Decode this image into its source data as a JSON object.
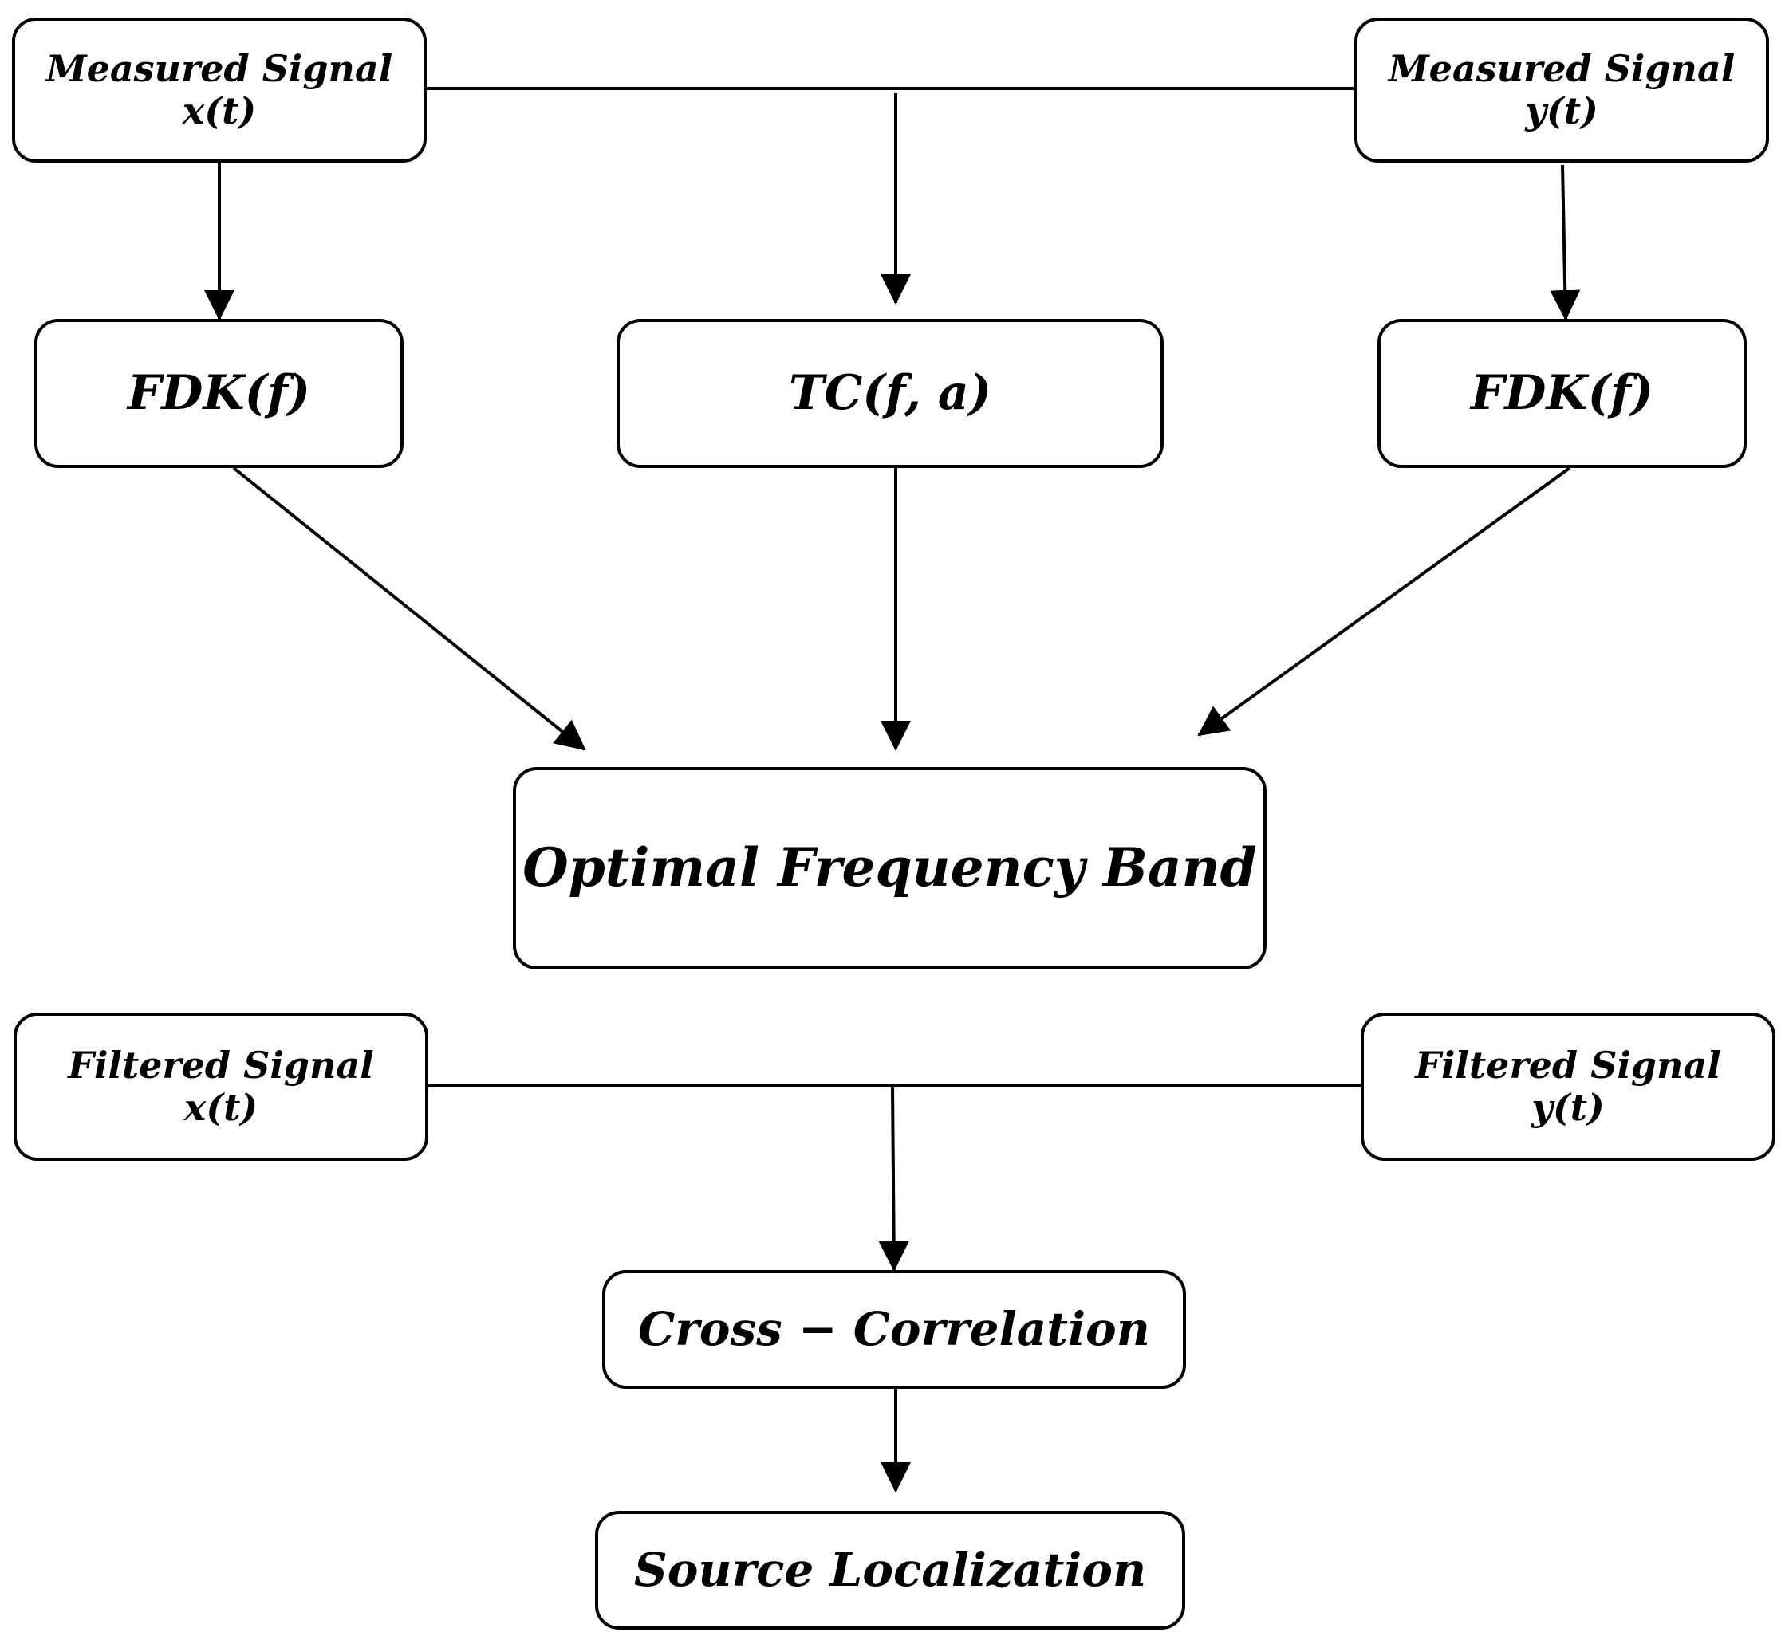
{
  "nodes": {
    "measured_x": {
      "line1": "Measured Signal",
      "line2": "x(t)"
    },
    "measured_y": {
      "line1": "Measured Signal",
      "line2": "y(t)"
    },
    "fdk_left": {
      "label": "FDK(f)"
    },
    "tc": {
      "label": "TC(f, a)"
    },
    "fdk_right": {
      "label": "FDK(f)"
    },
    "optimal": {
      "label": "Optimal Frequency Band"
    },
    "filtered_x": {
      "line1": "Filtered Signal",
      "line2": "x(t)"
    },
    "filtered_y": {
      "line1": "Filtered Signal",
      "line2": "y(t)"
    },
    "xcorr": {
      "label": "Cross − Correlation"
    },
    "source": {
      "label": "Source Localization"
    }
  },
  "edges": [
    {
      "from": "measured_x",
      "to": "fdk_left"
    },
    {
      "from": "measured_y",
      "to": "fdk_right"
    },
    {
      "from": "measured_x",
      "to": "tc",
      "via": "measured_y"
    },
    {
      "from": "fdk_left",
      "to": "optimal"
    },
    {
      "from": "tc",
      "to": "optimal"
    },
    {
      "from": "fdk_right",
      "to": "optimal"
    },
    {
      "from": "filtered_x",
      "to": "xcorr",
      "via": "filtered_y"
    },
    {
      "from": "xcorr",
      "to": "source"
    }
  ],
  "colors": {
    "stroke": "#000000",
    "background": "#ffffff"
  }
}
